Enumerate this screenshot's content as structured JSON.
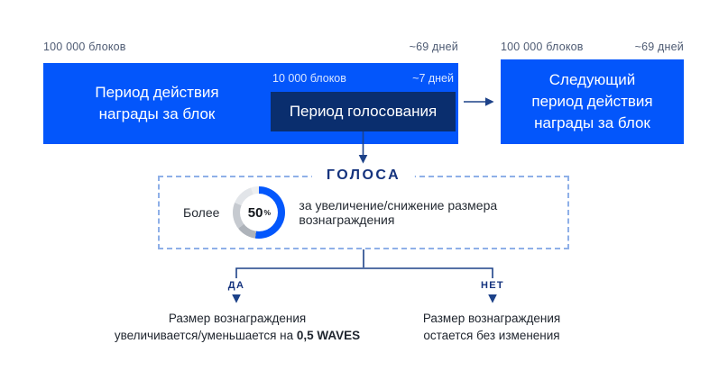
{
  "palette": {
    "accent_blue": "#0356FB",
    "dark_navy": "#0A2E6E",
    "line_navy": "#1D4289",
    "label_gray": "#4E5B73",
    "dashed_border": "#8FB0E8",
    "heading_navy": "#15337E",
    "donut_blue": "#0357FC",
    "donut_gray": "#B3B8BF"
  },
  "reward_period": {
    "blocks_label": "100 000 блоков",
    "duration_label": "~69 дней",
    "lines": [
      "Период действия",
      "награды за блок"
    ]
  },
  "voting_period": {
    "blocks_label": "10 000 блоков",
    "duration_label": "~7 дней",
    "label": "Период голосования"
  },
  "next_period": {
    "blocks_label": "100 000 блоков",
    "duration_label": "~69 дней",
    "lines": [
      "Следующий",
      "период действия",
      "награды за блок"
    ]
  },
  "votes": {
    "heading": "ГОЛОСА",
    "more_label": "Более",
    "donut_percent": 50,
    "percent_value": "50",
    "percent_sign": "%",
    "condition": "за увеличение/снижение размера вознаграждения"
  },
  "branch_yes": {
    "label": "ДА",
    "line1": "Размер вознаграждения",
    "line2_prefix": "увеличивается/уменьшается на ",
    "line2_bold": "0,5 WAVES"
  },
  "branch_no": {
    "label": "НЕТ",
    "line1": "Размер вознаграждения",
    "line2": "остается без изменения"
  }
}
